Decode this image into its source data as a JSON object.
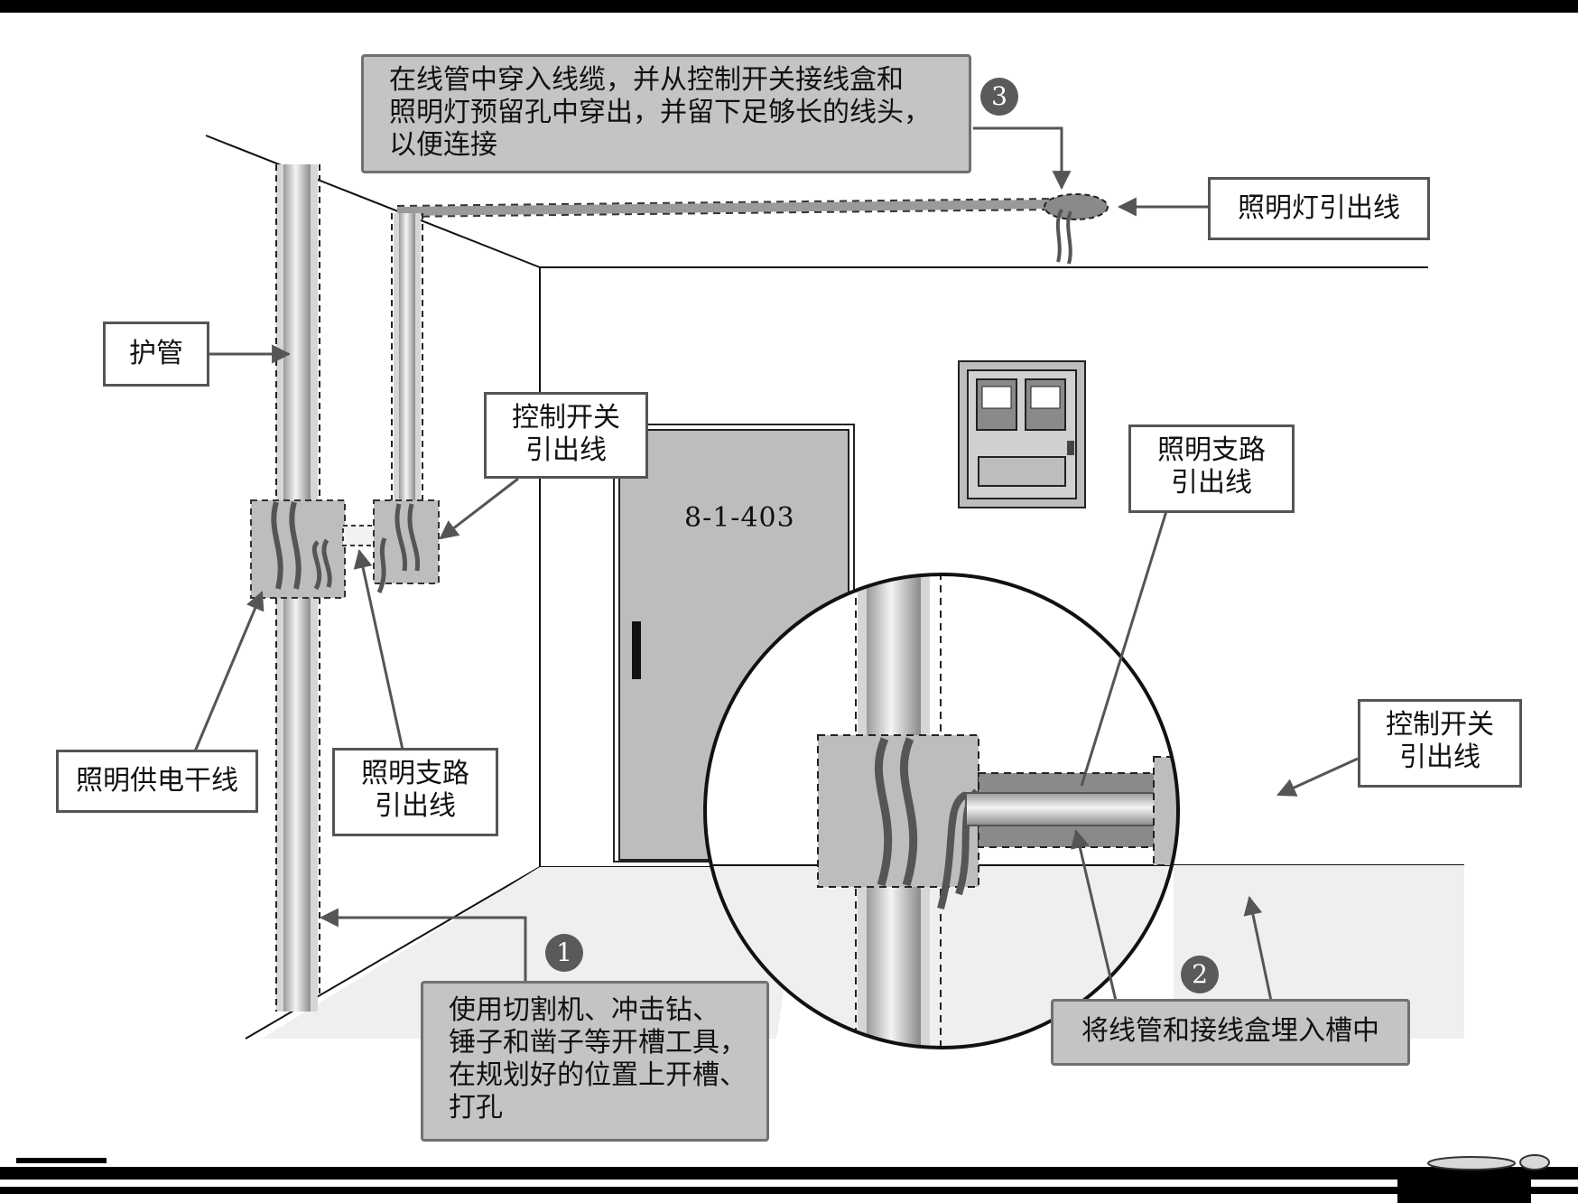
{
  "title": "",
  "door_number": "8-1-403",
  "callouts": {
    "step3_text": [
      "在线管中穿入线缆，并从控制开关接线盒和",
      "照明灯预留孔中穿出，并留下足够长的线头，",
      "以便连接"
    ],
    "lamp_lead": "照明灯引出线",
    "protect_pipe": "护管",
    "switch_lead_top": [
      "控制开关",
      "引出线"
    ],
    "branch_lead_zoom": [
      "照明支路",
      "引出线"
    ],
    "switch_lead_zoom": [
      "控制开关",
      "引出线"
    ],
    "supply_trunk": "照明供电干线",
    "branch_lead_left": [
      "照明支路",
      "引出线"
    ],
    "step1_text": [
      "使用切割机、冲击钻、",
      "锤子和凿子等开槽工具，",
      "在规划好的位置上开槽、",
      "打孔"
    ],
    "step2_text": "将线管和接线盒埋入槽中"
  },
  "steps": {
    "one": "1",
    "two": "2",
    "three": "3"
  },
  "colors": {
    "ink": "#111111",
    "line_gray": "#555555",
    "fill_gray": "#bdbdbd",
    "note_bg": "#c4c4c4",
    "floor": "#efefef"
  }
}
